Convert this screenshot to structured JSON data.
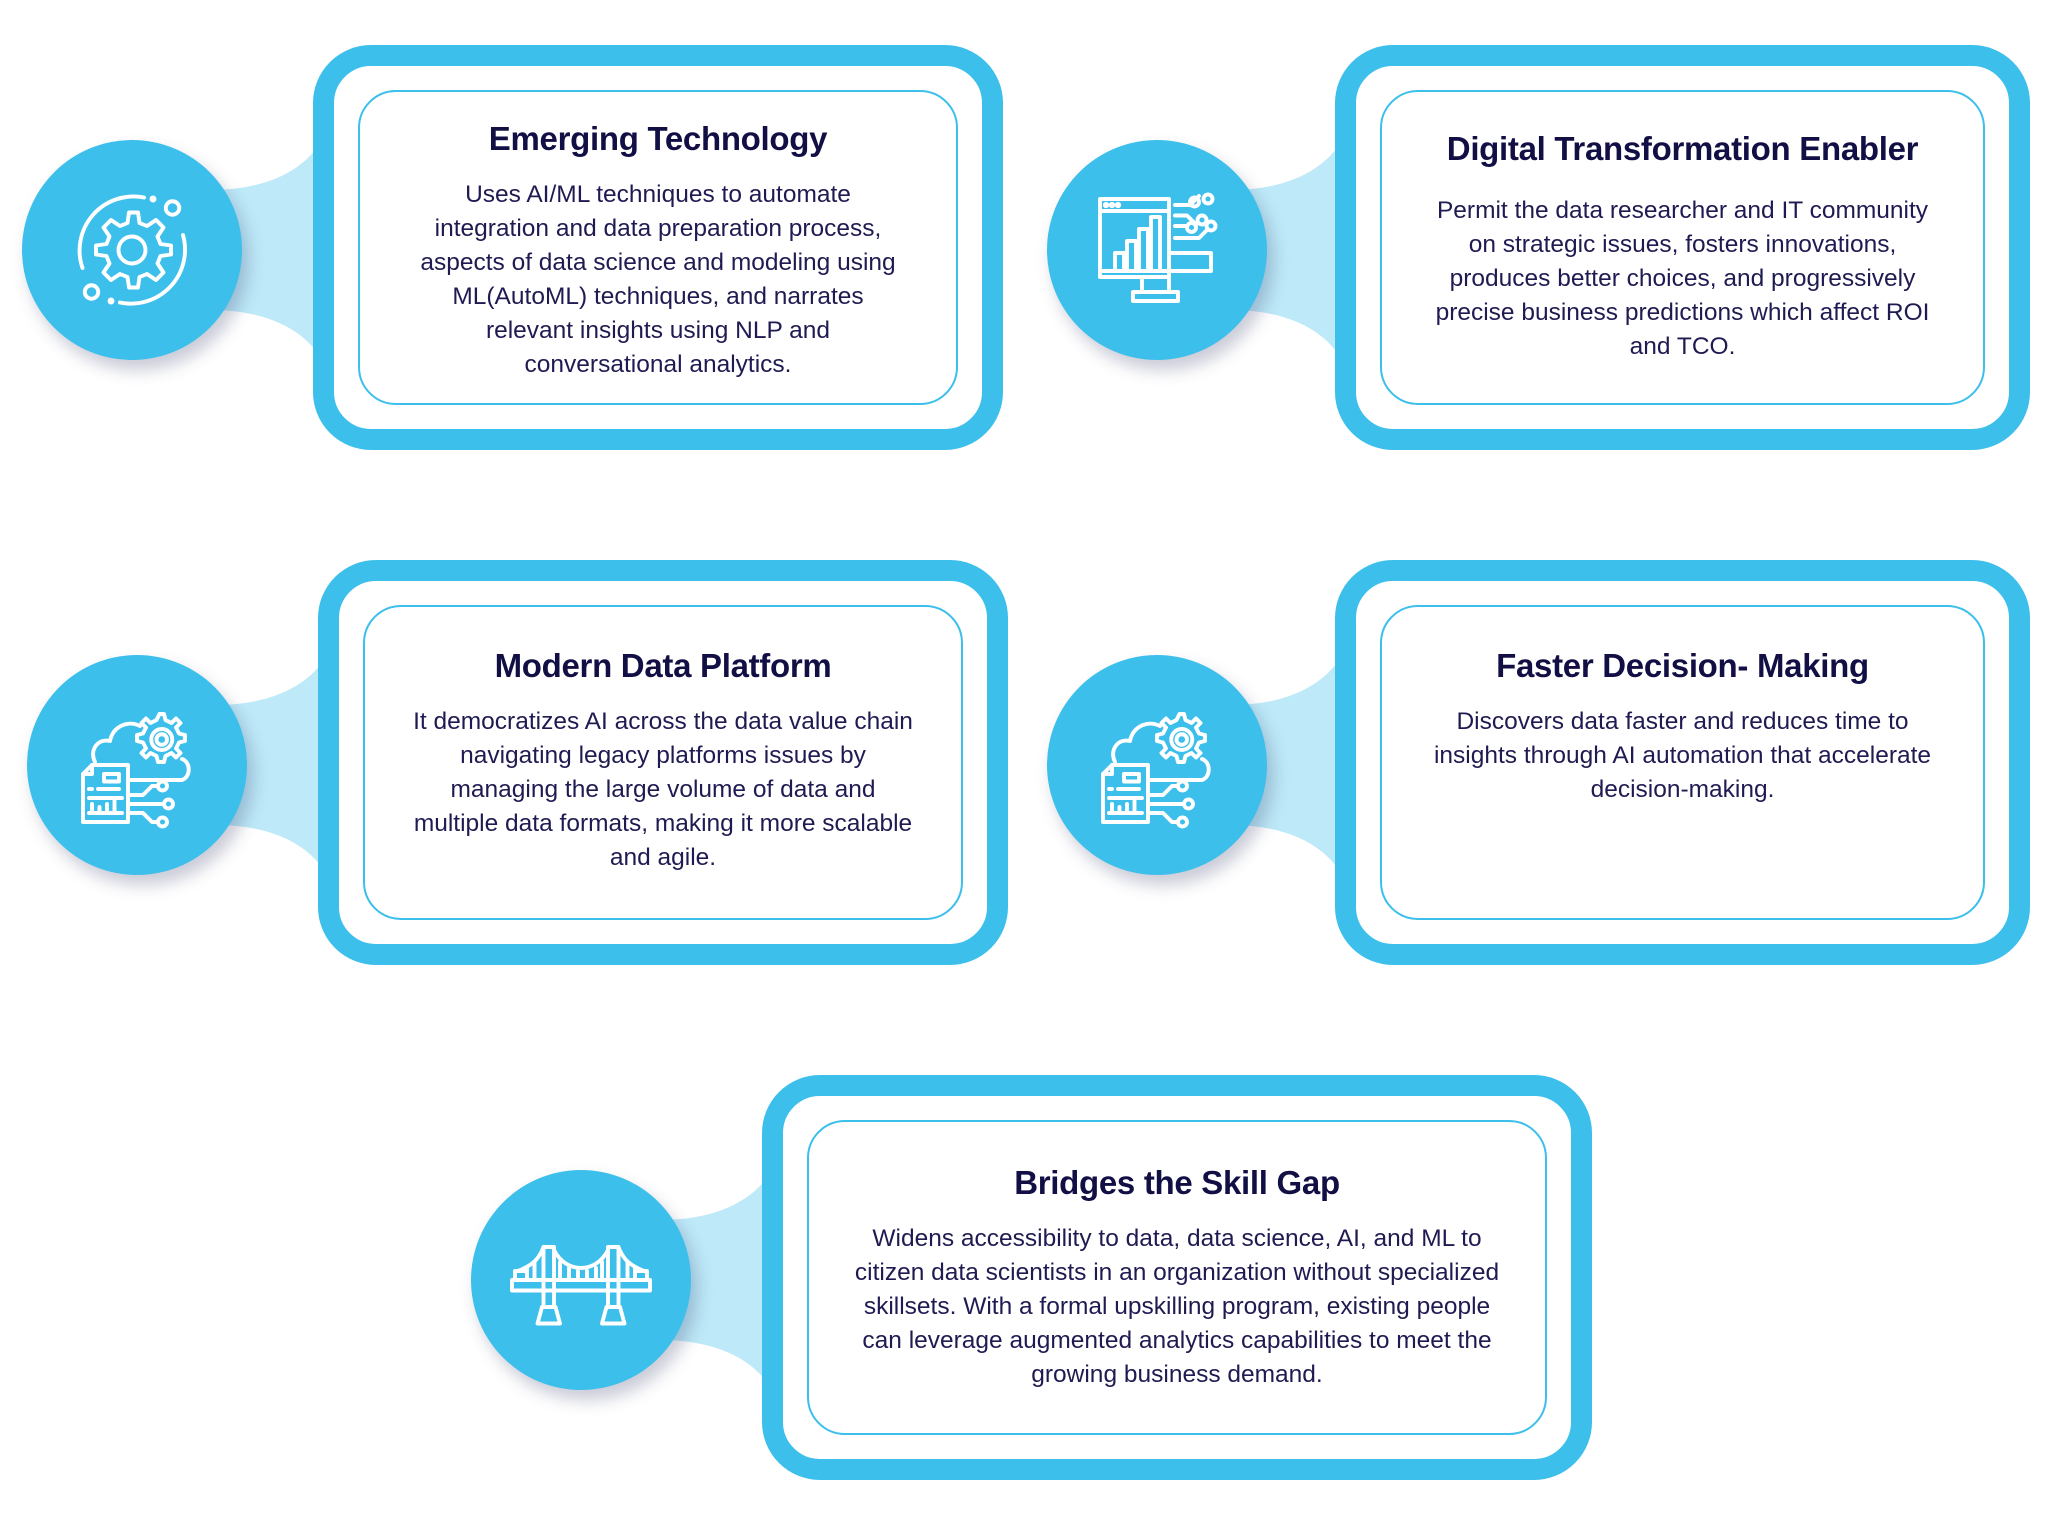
{
  "colors": {
    "primary_blue": "#3dbfec",
    "connector_light_blue": "#bde9f8",
    "title_navy": "#120f45",
    "body_text": "#1f1b52",
    "background": "#ffffff"
  },
  "cards": [
    {
      "icon": "gear-orbit-icon",
      "title": "Emerging Technology",
      "description": "Uses AI/ML techniques to automate integration and data preparation process, aspects of data science and modeling using ML(AutoML) techniques, and narrates relevant insights using NLP and conversational analytics."
    },
    {
      "icon": "monitor-analytics-circuit-icon",
      "title": "Digital Transformation Enabler",
      "description": "Permit the data researcher and IT community on strategic issues, fosters innovations, produces better choices, and progressively precise business predictions which affect ROI and TCO."
    },
    {
      "icon": "cloud-gear-document-icon",
      "title": "Modern Data Platform",
      "description": "It democratizes AI across the data value chain navigating legacy platforms issues by managing the large volume of data and multiple data formats, making it more scalable and agile."
    },
    {
      "icon": "cloud-gear-document-icon",
      "title": "Faster Decision- Making",
      "description": "Discovers data faster and reduces time to insights through AI automation that accelerate decision-making."
    },
    {
      "icon": "bridge-icon",
      "title": "Bridges the Skill Gap",
      "description": "Widens accessibility to data, data science, AI, and ML to citizen data scientists in an organization without specialized skillsets. With a formal upskilling program, existing people can leverage augmented analytics capabilities to meet the growing business demand."
    }
  ]
}
